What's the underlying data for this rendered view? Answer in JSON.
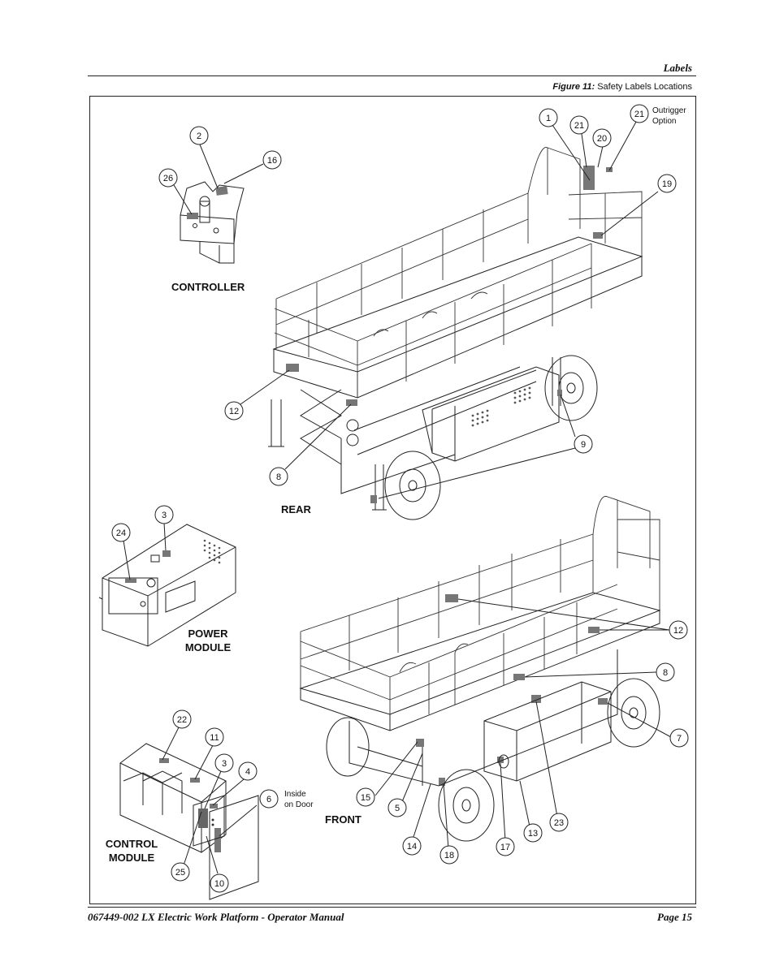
{
  "header": {
    "section": "Labels"
  },
  "figure": {
    "number": "Figure 11:",
    "caption": "Safety Labels Locations"
  },
  "views": {
    "controller": "CONTROLLER",
    "rear": "REAR",
    "power_line1": "POWER",
    "power_line2": "MODULE",
    "front": "FRONT",
    "control_line1": "CONTROL",
    "control_line2": "MODULE"
  },
  "notes": {
    "outrigger_line1": "Outrigger",
    "outrigger_line2": "Option",
    "inside_line1": "Inside",
    "inside_line2": "on Door"
  },
  "callouts": {
    "c2": "2",
    "c16": "16",
    "c26": "26",
    "c1": "1",
    "c21a": "21",
    "c20": "20",
    "c21b": "21",
    "c19": "19",
    "c12a": "12",
    "c8a": "8",
    "c9": "9",
    "c3a": "3",
    "c24": "24",
    "c12b": "12",
    "c8b": "8",
    "c7": "7",
    "c22": "22",
    "c11": "11",
    "c3b": "3",
    "c4": "4",
    "c6": "6",
    "c25": "25",
    "c10": "10",
    "c15": "15",
    "c5": "5",
    "c14": "14",
    "c18": "18",
    "c17": "17",
    "c13": "13",
    "c23": "23"
  },
  "footer": {
    "manual": "067449-002 LX Electric Work Platform - Operator Manual",
    "page": "Page 15"
  }
}
